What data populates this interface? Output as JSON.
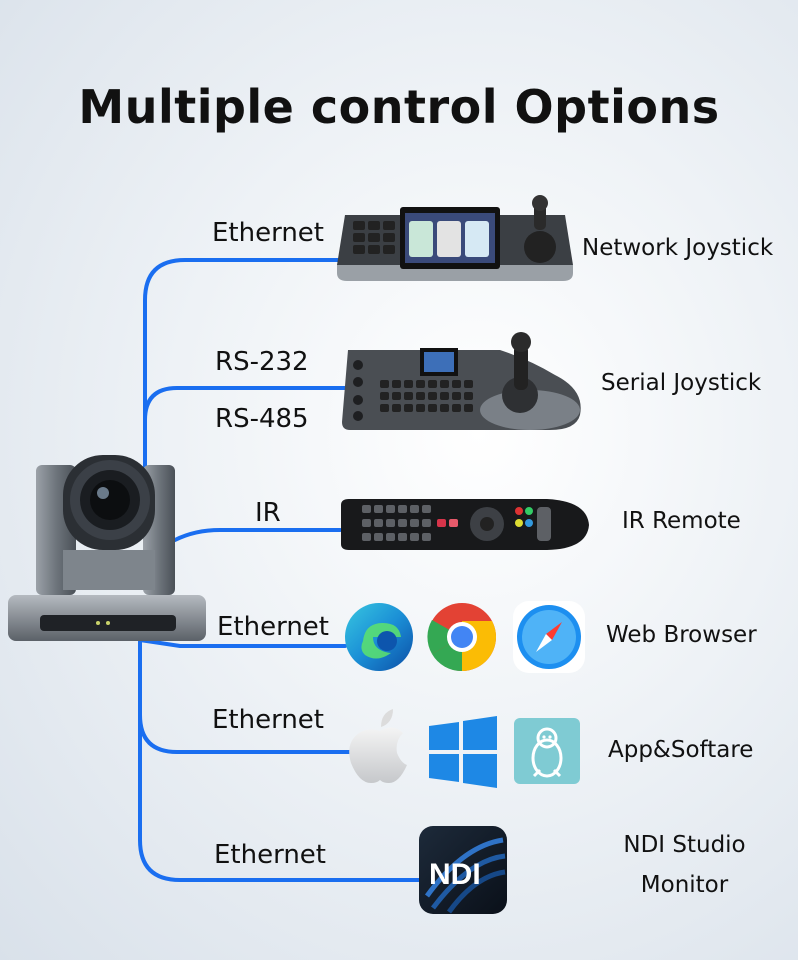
{
  "title": "Multiple control Options",
  "wire_color": "#1a6ef0",
  "connections": [
    {
      "label": "Ethernet"
    },
    {
      "label": "RS-232",
      "label2": "RS-485"
    },
    {
      "label": "IR"
    },
    {
      "label": "Ethernet"
    },
    {
      "label": "Ethernet"
    },
    {
      "label": "Ethernet"
    }
  ],
  "devices": [
    {
      "name": "Network Joystick",
      "icon": "network-joystick-controller"
    },
    {
      "name": "Serial Joystick",
      "icon": "serial-joystick-controller"
    },
    {
      "name": "IR Remote",
      "icon": "ir-remote-control"
    },
    {
      "name": "Web Browser",
      "icons": [
        "edge-browser-logo",
        "chrome-browser-logo",
        "safari-browser-logo"
      ]
    },
    {
      "name": "App&Softare",
      "icons": [
        "apple-logo",
        "windows-logo",
        "linux-logo"
      ]
    },
    {
      "name_line1": "NDI Studio",
      "name_line2": "Monitor",
      "icon": "ndi-logo",
      "logo_text": "NDI"
    }
  ],
  "camera": {
    "icon": "ptz-camera"
  }
}
